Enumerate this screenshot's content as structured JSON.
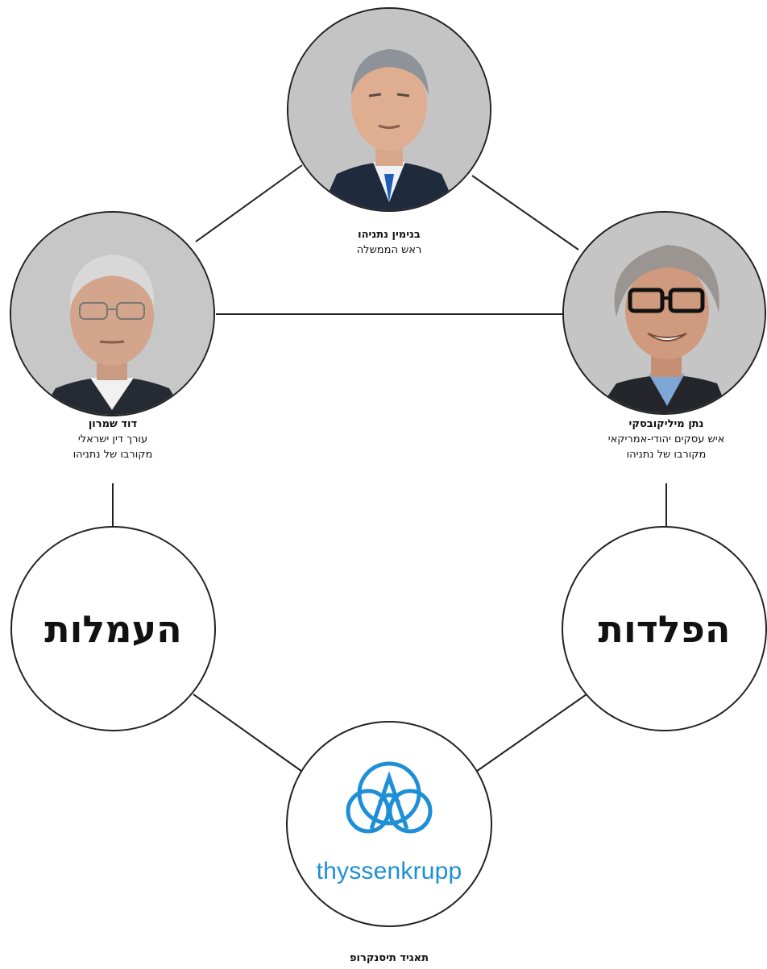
{
  "people": {
    "netanyahu": {
      "name": "בנימין נתניהו",
      "role": "ראש הממשלה"
    },
    "shimron": {
      "name": "דוד שמרון",
      "role_line1": "עורך דין ישראלי",
      "role_line2": "מקורבו של נתניהו"
    },
    "milikowsky": {
      "name": "נתן מיליקובסקי",
      "role_line1": "איש עסקים יהודי-אמריקאי",
      "role_line2": "מקורבו של נתניהו"
    }
  },
  "nodes": {
    "left_word": "העמלות",
    "right_word": "הפלדות"
  },
  "company": {
    "logo_text": "thyssenkrupp",
    "name": "תאגיד תיסנקרופ"
  },
  "colors": {
    "logo_blue": "#1e8fd6",
    "line": "#222222",
    "photo_bg": "#bdbdbd"
  }
}
